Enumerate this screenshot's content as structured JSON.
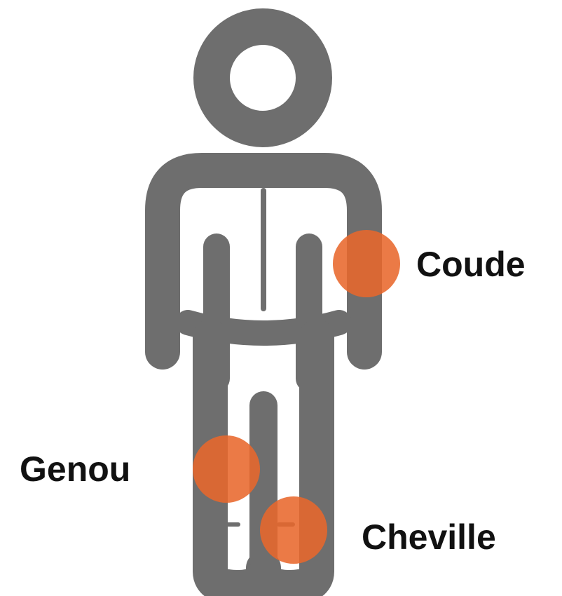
{
  "colors": {
    "body_outline": "#6e6e6e",
    "joint_marker": "#e8682c",
    "label_text": "#111111",
    "background": "#ffffff"
  },
  "labels": {
    "elbow": "Coude",
    "knee": "Genou",
    "ankle": "Cheville"
  },
  "markers": [
    {
      "name": "elbow-marker",
      "joint": "elbow"
    },
    {
      "name": "knee-marker",
      "joint": "knee"
    },
    {
      "name": "ankle-marker",
      "joint": "ankle"
    }
  ]
}
